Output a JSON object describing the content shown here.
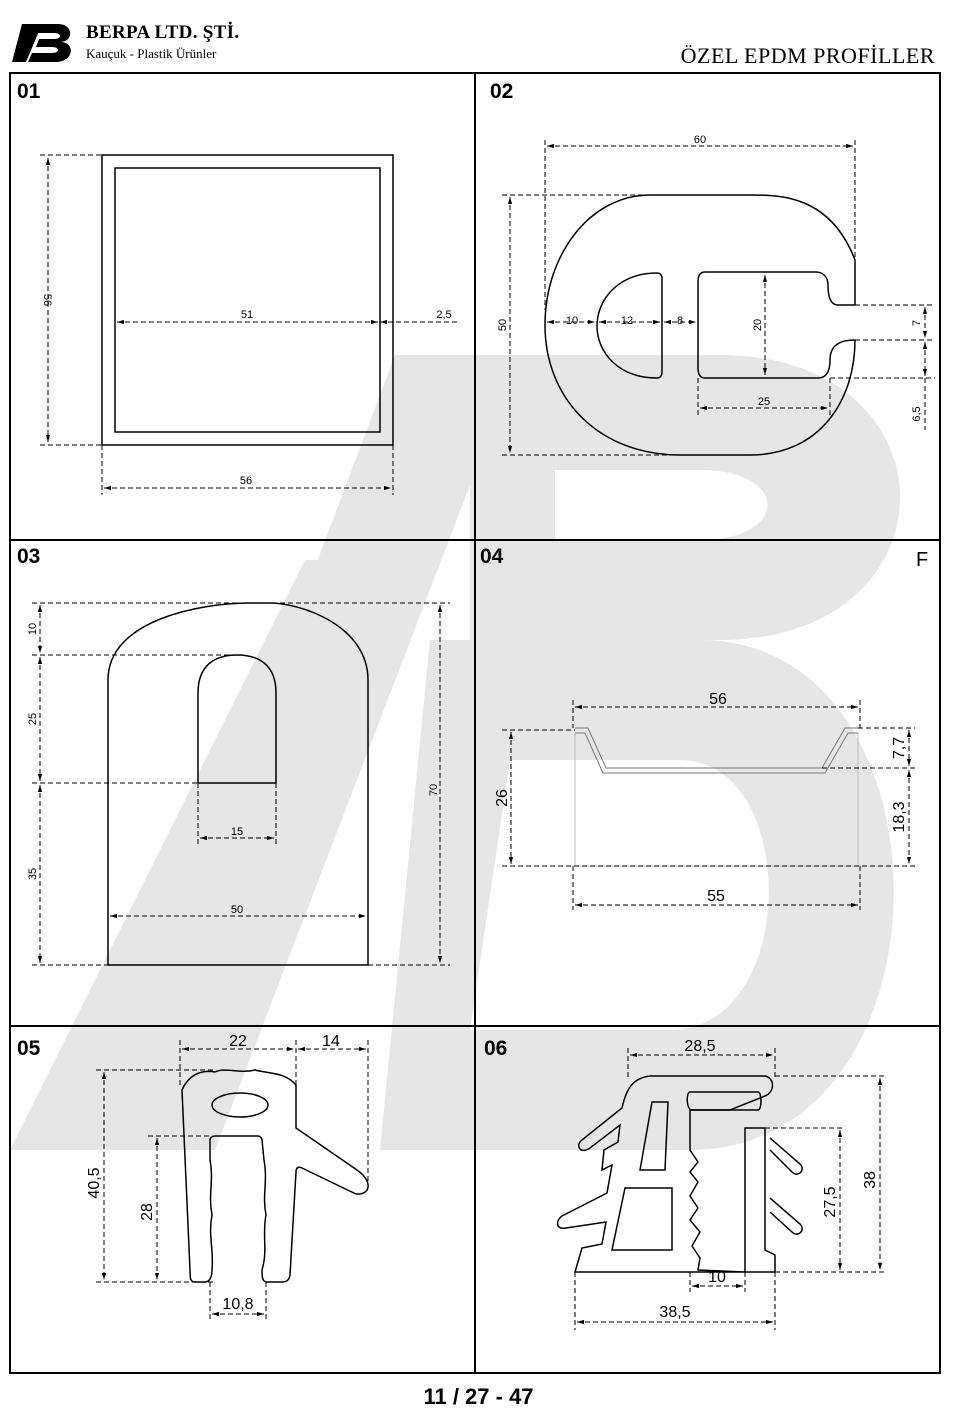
{
  "header": {
    "company": "BERPA LTD. ŞTİ.",
    "tagline": "Kauçuk - Plastik Ürünler",
    "title": "ÖZEL EPDM PROFİLLER"
  },
  "footer": {
    "page_ref": "11 / 27 - 47"
  },
  "profiles": [
    {
      "id": "01",
      "dims": {
        "outer_h": "56",
        "inner_w": "51",
        "wall": "2,5",
        "outer_w": "56"
      }
    },
    {
      "id": "02",
      "dims": {
        "width": "60",
        "height": "50",
        "d10": "10",
        "d12": "12",
        "d8": "8",
        "d20": "20",
        "d7": "7",
        "d25": "25",
        "d65": "6,5"
      }
    },
    {
      "id": "03",
      "dims": {
        "top": "10",
        "slot_h": "25",
        "base_h": "35",
        "height": "70",
        "slot_w": "15",
        "width": "50"
      }
    },
    {
      "id": "04",
      "tag": "F",
      "dims": {
        "top_w": "56",
        "height": "26",
        "lip": "7,7",
        "lower": "18,3",
        "bottom_w": "55"
      }
    },
    {
      "id": "05",
      "dims": {
        "w22": "22",
        "w14": "14",
        "h405": "40,5",
        "h28": "28",
        "gap": "10,8"
      }
    },
    {
      "id": "06",
      "dims": {
        "top_w": "28,5",
        "h38": "38",
        "h275": "27,5",
        "base_gap": "10",
        "base_w": "38,5"
      }
    }
  ]
}
